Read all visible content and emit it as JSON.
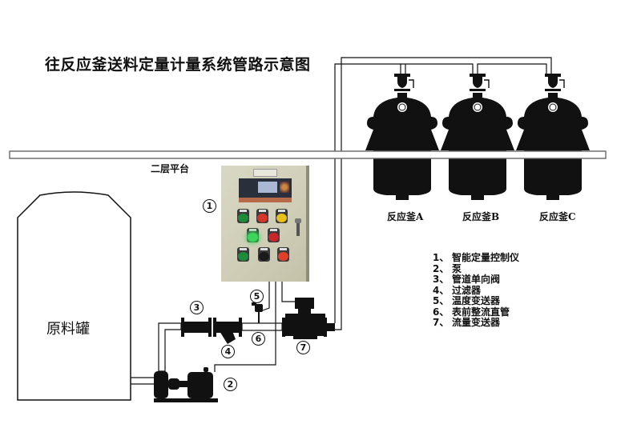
{
  "title": "往反应釜送料定量计量系统管路示意图",
  "floor_label": "二层平台",
  "tank_label": "原料罐",
  "reactors": [
    {
      "label": "反应釜A"
    },
    {
      "label": "反应釜B"
    },
    {
      "label": "反应釜C"
    }
  ],
  "callouts": [
    "1",
    "2",
    "3",
    "4",
    "5",
    "6",
    "7"
  ],
  "legend": [
    {
      "num": "1、",
      "text": "智能定量控制仪"
    },
    {
      "num": "2、",
      "text": "泵"
    },
    {
      "num": "3、",
      "text": "管道单向阀"
    },
    {
      "num": "4、",
      "text": "过滤器"
    },
    {
      "num": "5、",
      "text": "温度变送器"
    },
    {
      "num": "6、",
      "text": "表前整流直管"
    },
    {
      "num": "7、",
      "text": "流量变送器"
    }
  ],
  "panel_buttons": [
    {
      "color": "#1f8a3a",
      "lit": false
    },
    {
      "color": "#d8352a",
      "lit": false
    },
    {
      "color": "#e8c21a",
      "lit": false
    },
    {
      "color": "#3bd65a",
      "lit": true
    },
    {
      "color": "#c8262a",
      "lit": false
    },
    {
      "color": "#1f8a3a",
      "lit": false
    },
    {
      "color": "#1a1a1a",
      "lit": false
    },
    {
      "color": "#e0402a",
      "lit": false
    }
  ]
}
